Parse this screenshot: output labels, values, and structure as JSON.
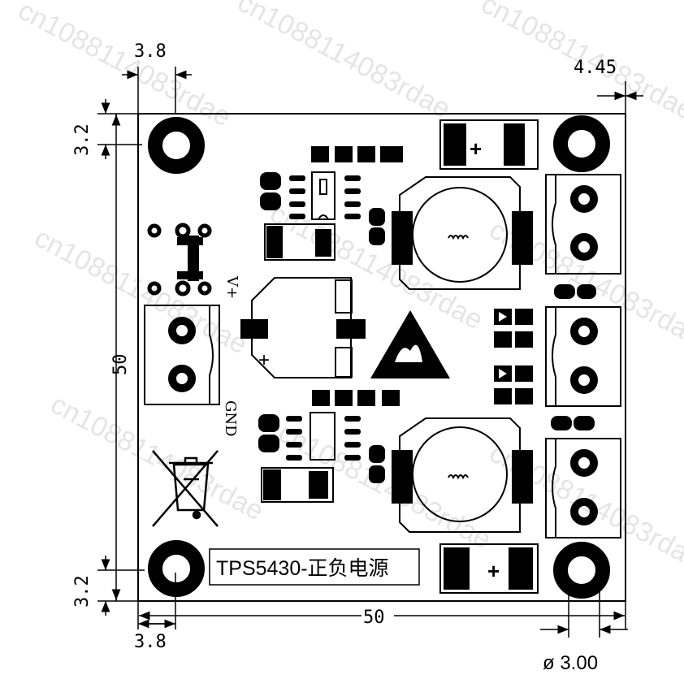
{
  "dimensions": {
    "top_left_offset": "3.8",
    "top_right_offset": "4.45",
    "left_top_offset": "3.2",
    "left_height": "50",
    "left_bottom_offset": "3.2",
    "bottom_width": "50",
    "bottom_left_offset": "3.8",
    "hole_diameter": "ø 3.00"
  },
  "silkscreen": {
    "vplus": "V+",
    "gnd": "GND",
    "plus": "+",
    "board_title": "TPS5430-正负电源"
  },
  "watermark": {
    "text": "cn1088114083rdae"
  },
  "colors": {
    "ink": "#000000",
    "background": "#ffffff"
  }
}
